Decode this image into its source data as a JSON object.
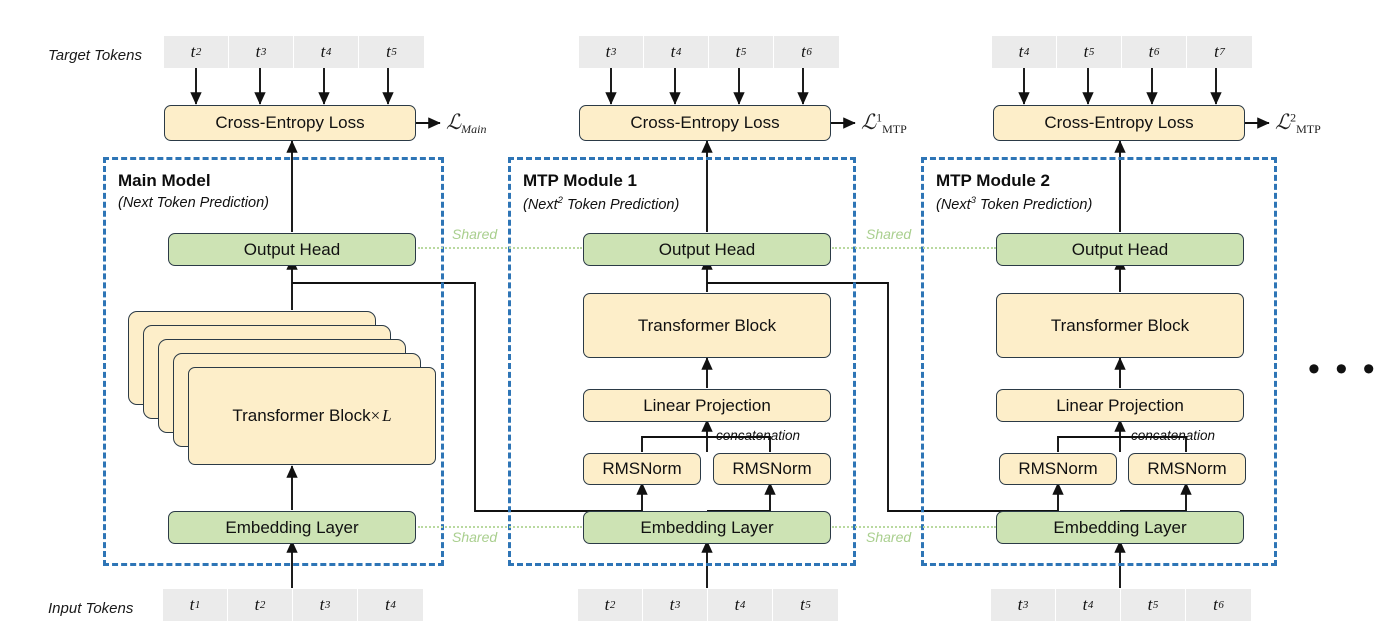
{
  "diagram": {
    "title": "Multi-Token Prediction (MTP) training objective",
    "colors": {
      "module_border": "#2e75b6",
      "green_block": "#cde3b4",
      "yellow_block": "#fdeec9",
      "token_cell": "#ebebeb",
      "shared_line": "#b9d9a0",
      "wire": "#111111"
    }
  },
  "rows": {
    "target_label": "Target Tokens",
    "input_label": "Input Tokens"
  },
  "target_tokens": {
    "main": [
      {
        "base": "t",
        "sub": "2"
      },
      {
        "base": "t",
        "sub": "3"
      },
      {
        "base": "t",
        "sub": "4"
      },
      {
        "base": "t",
        "sub": "5"
      }
    ],
    "mtp1": [
      {
        "base": "t",
        "sub": "3"
      },
      {
        "base": "t",
        "sub": "4"
      },
      {
        "base": "t",
        "sub": "5"
      },
      {
        "base": "t",
        "sub": "6"
      }
    ],
    "mtp2": [
      {
        "base": "t",
        "sub": "4"
      },
      {
        "base": "t",
        "sub": "5"
      },
      {
        "base": "t",
        "sub": "6"
      },
      {
        "base": "t",
        "sub": "7"
      }
    ]
  },
  "input_tokens": {
    "main": [
      {
        "base": "t",
        "sub": "1"
      },
      {
        "base": "t",
        "sub": "2"
      },
      {
        "base": "t",
        "sub": "3"
      },
      {
        "base": "t",
        "sub": "4"
      }
    ],
    "mtp1": [
      {
        "base": "t",
        "sub": "2"
      },
      {
        "base": "t",
        "sub": "3"
      },
      {
        "base": "t",
        "sub": "4"
      },
      {
        "base": "t",
        "sub": "5"
      }
    ],
    "mtp2": [
      {
        "base": "t",
        "sub": "3"
      },
      {
        "base": "t",
        "sub": "4"
      },
      {
        "base": "t",
        "sub": "5"
      },
      {
        "base": "t",
        "sub": "6"
      }
    ]
  },
  "loss_boxes": {
    "main": "Cross-Entropy Loss",
    "mtp1": "Cross-Entropy Loss",
    "mtp2": "Cross-Entropy Loss"
  },
  "loss_labels": {
    "main": {
      "symbol": "ℒ",
      "sub": "Main",
      "sup": ""
    },
    "mtp1": {
      "symbol": "ℒ",
      "sub": "MTP",
      "sup": "1"
    },
    "mtp2": {
      "symbol": "ℒ",
      "sub": "MTP",
      "sup": "2"
    }
  },
  "modules": {
    "main": {
      "title": "Main Model",
      "subtitle_pre": "(Next Token Prediction)",
      "subtitle_sup": "",
      "output_head": "Output Head",
      "transformer": "Transformer Block",
      "transformer_mult": " × ",
      "transformer_count": "L",
      "embedding": "Embedding Layer"
    },
    "mtp1": {
      "title": "MTP Module 1",
      "subtitle_pre": "(Next",
      "subtitle_sup": "2",
      "subtitle_post": " Token Prediction)",
      "output_head": "Output Head",
      "transformer": "Transformer Block",
      "linear": "Linear Projection",
      "rmsnorm_left": "RMSNorm",
      "rmsnorm_right": "RMSNorm",
      "concat": "concatenation",
      "embedding": "Embedding Layer"
    },
    "mtp2": {
      "title": "MTP Module 2",
      "subtitle_pre": "(Next",
      "subtitle_sup": "3",
      "subtitle_post": " Token Prediction)",
      "output_head": "Output Head",
      "transformer": "Transformer Block",
      "linear": "Linear Projection",
      "rmsnorm_left": "RMSNorm",
      "rmsnorm_right": "RMSNorm",
      "concat": "concatenation",
      "embedding": "Embedding Layer"
    }
  },
  "shared_labels": {
    "head_main_mtp1": "Shared",
    "head_mtp1_mtp2": "Shared",
    "emb_main_mtp1": "Shared",
    "emb_mtp1_mtp2": "Shared"
  },
  "continuation": "• • •"
}
